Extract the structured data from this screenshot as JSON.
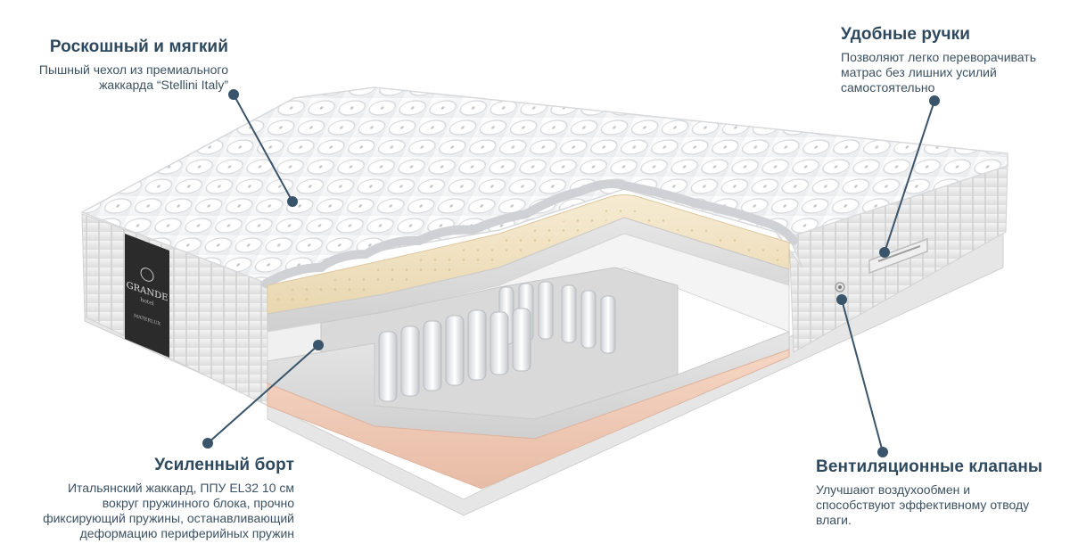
{
  "brand": {
    "logo_main": "GRANDE",
    "logo_sub": "hotel",
    "logo_maker": "MATERLUX"
  },
  "colors": {
    "heading": "#2e495d",
    "text": "#3c5163",
    "leader": "#3a556b",
    "latex": "#f2e4c6",
    "base_foam": "#f1cdb9",
    "cover": "#f4f4f4",
    "label_bg": "#2b2b2b"
  },
  "callouts": {
    "soft": {
      "title": "Роскошный и мягкий",
      "lines": [
        "Пышный чехол из премиального",
        "жаккарда “Stellini Italy”"
      ]
    },
    "edge": {
      "title": "Усиленный борт",
      "lines": [
        "Итальянский жаккард, ППУ EL32 10 см",
        "вокруг пружинного блока, прочно",
        "фиксирующий пружины, останавливающий",
        "деформацию периферийных пружин"
      ]
    },
    "handles": {
      "title": "Удобные ручки",
      "lines": [
        "Позволяют легко переворачивать",
        "матрас без лишних усилий",
        "самостоятельно"
      ]
    },
    "vents": {
      "title": "Вентиляционные клапаны",
      "lines": [
        "Улучшают воздухообмен и",
        "способствуют эффективному отводу",
        "влаги."
      ]
    }
  }
}
